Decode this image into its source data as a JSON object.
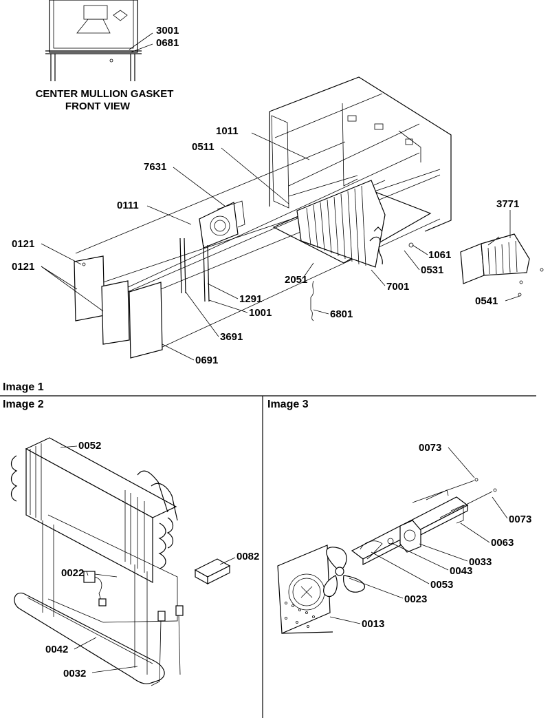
{
  "diagram": {
    "gasket_caption_line1": "CENTER MULLION GASKET",
    "gasket_caption_line2": "FRONT VIEW",
    "image1_title": "Image 1",
    "image2_title": "Image 2",
    "image3_title": "Image 3",
    "labels": {
      "p3001": "3001",
      "p0681": "0681",
      "p1011": "1011",
      "p0511": "0511",
      "p7631": "7631",
      "p0111": "0111",
      "p0121a": "0121",
      "p0121b": "0121",
      "p3771": "3771",
      "p1061": "1061",
      "p0531": "0531",
      "p2051": "2051",
      "p7001": "7001",
      "p0541": "0541",
      "p1291": "1291",
      "p1001": "1001",
      "p6801": "6801",
      "p3691": "3691",
      "p0691": "0691",
      "p0052": "0052",
      "p0022": "0022",
      "p0082": "0082",
      "p0042": "0042",
      "p0032": "0032",
      "p0073a": "0073",
      "p0073b": "0073",
      "p0063": "0063",
      "p0033": "0033",
      "p0043": "0043",
      "p0053": "0053",
      "p0023": "0023",
      "p0013": "0013"
    }
  }
}
